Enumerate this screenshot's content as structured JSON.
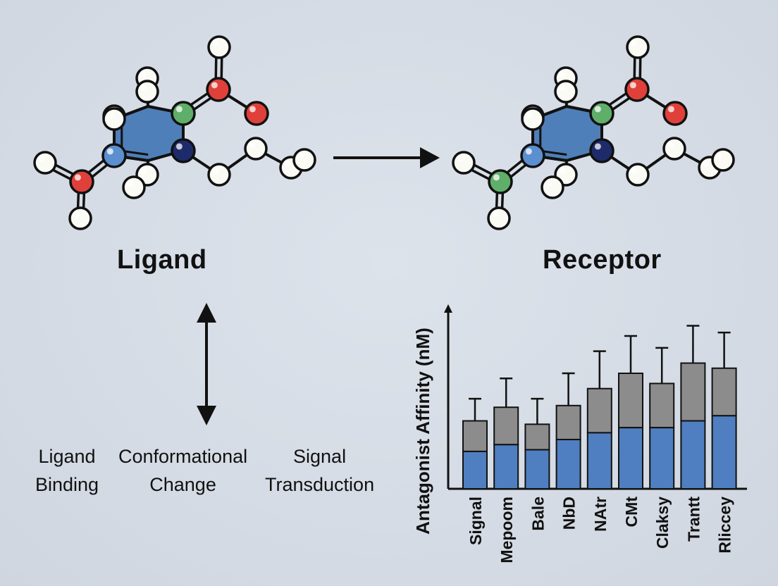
{
  "titles": {
    "ligand": "Ligand",
    "receptor": "Receptor"
  },
  "steps": [
    {
      "line1": "Ligand",
      "line2": "Binding"
    },
    {
      "line1": "Conformational",
      "line2": "Change"
    },
    {
      "line1": "Signal",
      "line2": "Transduction"
    }
  ],
  "colors": {
    "ring": "#4f7fb8",
    "oxygen": "#e0403a",
    "nitrogen_dark": "#1e2b6b",
    "nitrogen_light": "#5b8fd0",
    "green_atom": "#5fae6a",
    "hydrogen": "#fbfbf5",
    "bar_base": "#4f7fc0",
    "bar_top": "#8c8c8c"
  },
  "chart_data": {
    "type": "bar",
    "stacked": true,
    "ylabel": "Antagonist Affinity (nM)",
    "categories": [
      "Signal",
      "Mepoom",
      "Bale",
      "NbD",
      "NAtr",
      "CMt",
      "Claksy",
      "Trantt",
      "Rliccey"
    ],
    "series": [
      {
        "values": [
          22,
          26,
          23,
          29,
          33,
          36,
          36,
          40,
          43
        ]
      },
      {
        "values": [
          18,
          22,
          15,
          20,
          26,
          32,
          26,
          34,
          28
        ]
      }
    ],
    "errors": [
      13,
      17,
      15,
      19,
      22,
      22,
      21,
      22,
      21
    ],
    "ylim": [
      0,
      102
    ],
    "grid": false
  }
}
